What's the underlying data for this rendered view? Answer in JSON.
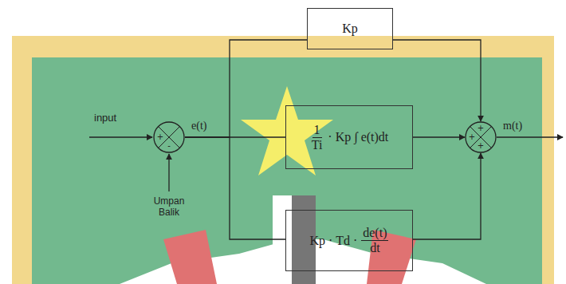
{
  "diagram": {
    "nodes": [
      {
        "text": [
          "+",
          "-"
        ]
      },
      {
        "text": [
          "Kp"
        ]
      },
      {
        "text": [
          "1",
          "Ti",
          "· Kp ∫ e(t)dt"
        ]
      },
      {
        "text": [
          "Kp · Td ·",
          "de(t)",
          "dt"
        ]
      },
      {
        "text": [
          "+",
          "+",
          "+"
        ]
      }
    ],
    "edges": [
      {
        "from": 0,
        "to": 1,
        "arrow": "none"
      },
      {
        "from": 0,
        "to": 2,
        "arrow": "none"
      },
      {
        "from": 0,
        "to": 3,
        "arrow": "none"
      },
      {
        "from": 1,
        "to": 4,
        "arrow": "to"
      },
      {
        "from": 2,
        "to": 4,
        "arrow": "to"
      },
      {
        "from": 3,
        "to": 4,
        "arrow": "to"
      }
    ],
    "labels": [
      "input",
      "e(t)",
      "Umpan Balik",
      "m(t)"
    ]
  }
}
